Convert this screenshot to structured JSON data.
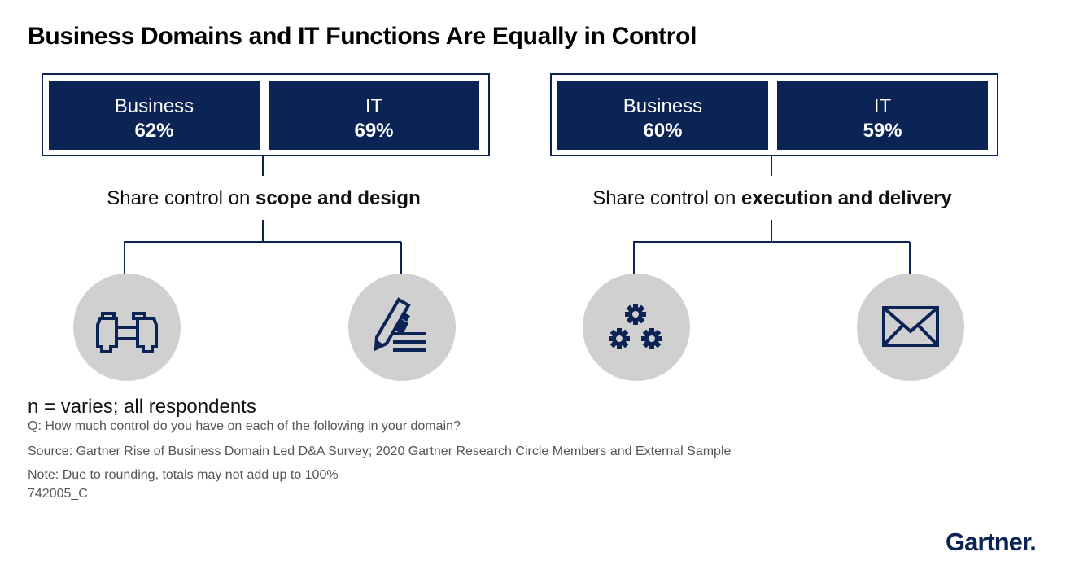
{
  "title": "Business Domains and IT Functions Are Equally in Control",
  "groups": [
    {
      "boxes": [
        {
          "label": "Business",
          "value": "62%"
        },
        {
          "label": "IT",
          "value": "69%"
        }
      ],
      "caption_prefix": "Share control on ",
      "caption_bold": "scope and design",
      "icons": [
        "binoculars-icon",
        "pencil-document-icon"
      ]
    },
    {
      "boxes": [
        {
          "label": "Business",
          "value": "60%"
        },
        {
          "label": "IT",
          "value": "59%"
        }
      ],
      "caption_prefix": "Share control on ",
      "caption_bold": "execution and delivery",
      "icons": [
        "gears-icon",
        "envelope-icon"
      ]
    }
  ],
  "footer": {
    "n": "n = varies; all respondents",
    "question": "Q: How much control do you have on each of the following in your domain?",
    "source": "Source: Gartner Rise of Business Domain Led D&A Survey; 2020 Gartner Research Circle Members and External Sample",
    "note": "Note: Due to rounding, totals may not add up to 100%",
    "code": "742005_C"
  },
  "logo": "Gartner",
  "colors": {
    "navy": "#0b2455",
    "circle": "#d0d0d0"
  }
}
